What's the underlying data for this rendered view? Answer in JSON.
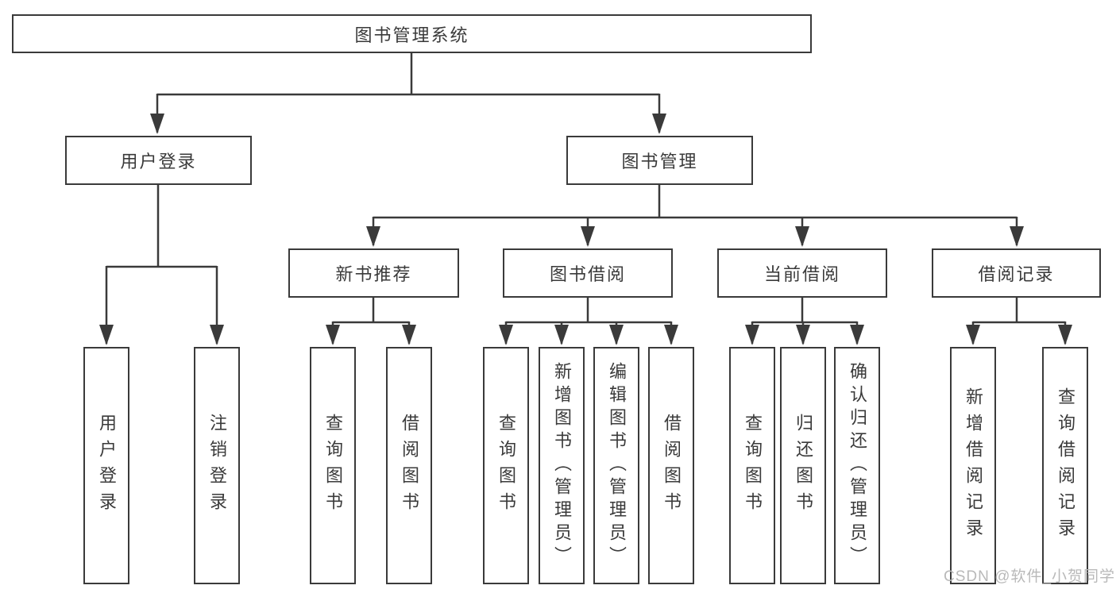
{
  "colors": {
    "line": "#3a3a3a",
    "text": "#3a3a3a",
    "background": "#ffffff",
    "watermark_text": "#b9b9b9"
  },
  "watermark": {
    "text": "CSDN @软件_小贺同学"
  },
  "tree": {
    "label": "图书管理系统",
    "children": [
      {
        "label": "用户登录",
        "children": [
          {
            "label": "用户登录"
          },
          {
            "label": "注销登录"
          }
        ]
      },
      {
        "label": "图书管理",
        "children": [
          {
            "label": "新书推荐",
            "children": [
              {
                "label": "查询图书"
              },
              {
                "label": "借阅图书"
              }
            ]
          },
          {
            "label": "图书借阅",
            "children": [
              {
                "label": "查询图书"
              },
              {
                "label": "新增图书（管理员）"
              },
              {
                "label": "编辑图书（管理员）"
              },
              {
                "label": "借阅图书"
              }
            ]
          },
          {
            "label": "当前借阅",
            "children": [
              {
                "label": "查询图书"
              },
              {
                "label": "归还图书"
              },
              {
                "label": "确认归还（管理员）"
              }
            ]
          },
          {
            "label": "借阅记录",
            "children": [
              {
                "label": "新增借阅记录"
              },
              {
                "label": "查询借阅记录"
              }
            ]
          }
        ]
      }
    ]
  }
}
